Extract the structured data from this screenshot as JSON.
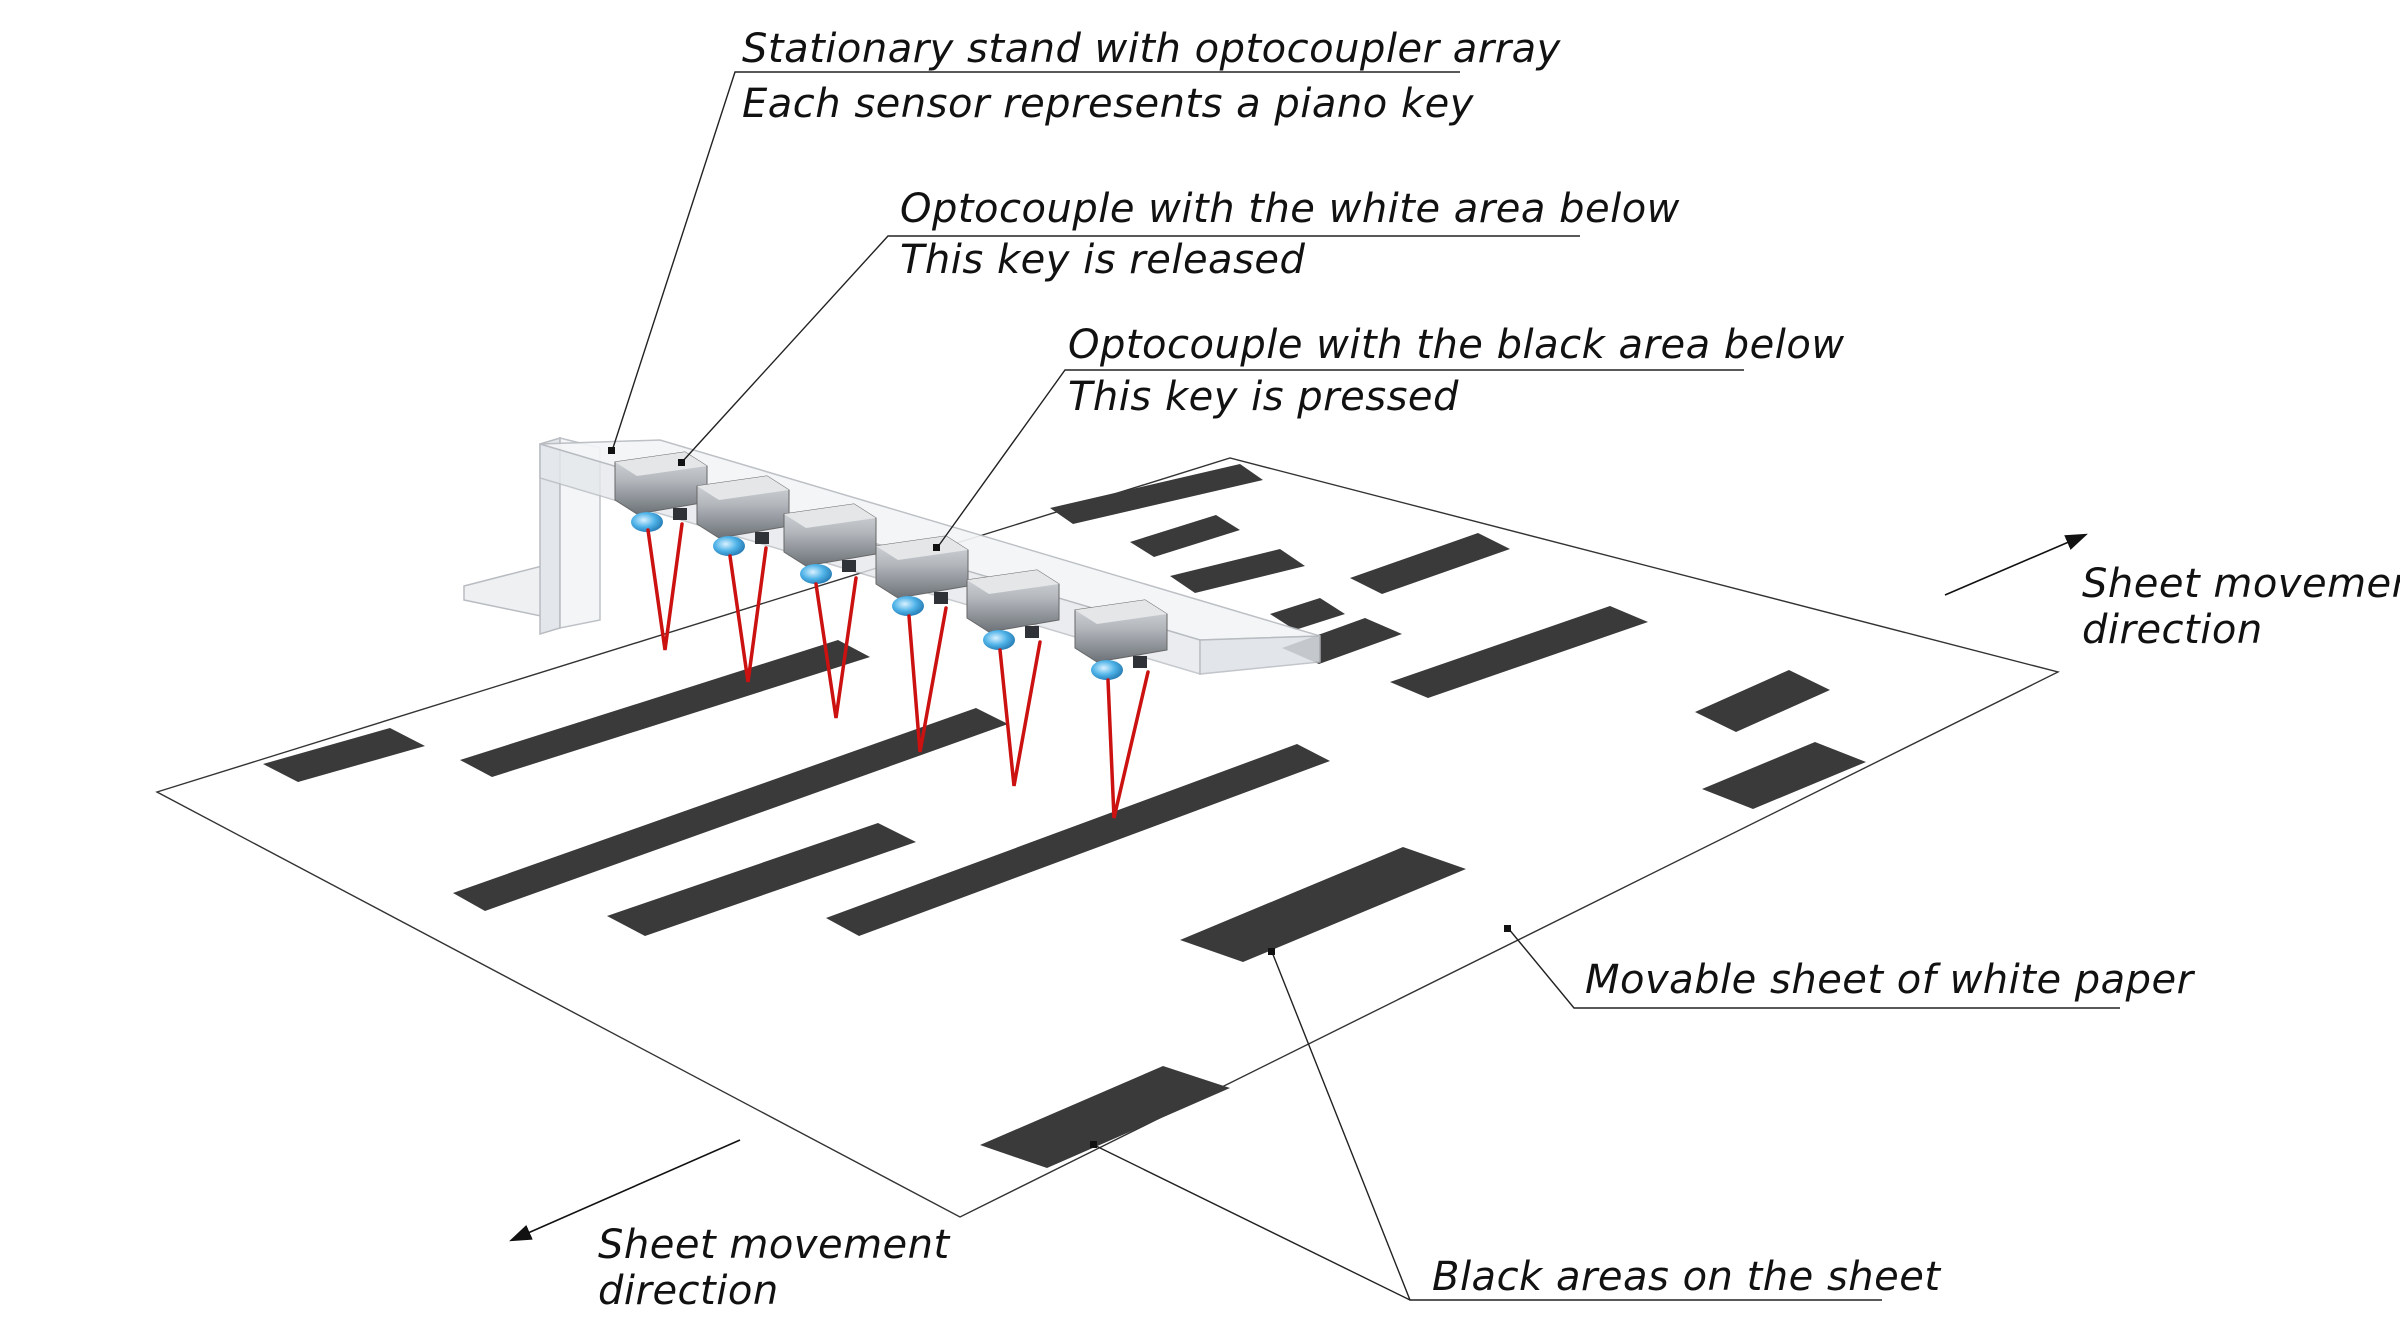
{
  "labels": {
    "stand_line1": "Stationary stand with optocoupler array",
    "stand_line2": "Each sensor represents a piano key",
    "white_line1": "Optocouple with the white area below",
    "white_line2": "This key is released",
    "black_line1": "Optocouple with the black area below",
    "black_line2": "This key is pressed",
    "sheet_dir_right_line1": "Sheet movement",
    "sheet_dir_right_line2": "direction",
    "sheet_dir_left_line1": "Sheet movement",
    "sheet_dir_left_line2": "direction",
    "movable_sheet": "Movable sheet of white paper",
    "black_areas": "Black areas on the sheet"
  },
  "colors": {
    "black_area": "#3a3a3a",
    "beam": "#cc1111",
    "lens": "#4fb3e8",
    "stand": "#e9ecf0"
  },
  "sensor_count": 6
}
